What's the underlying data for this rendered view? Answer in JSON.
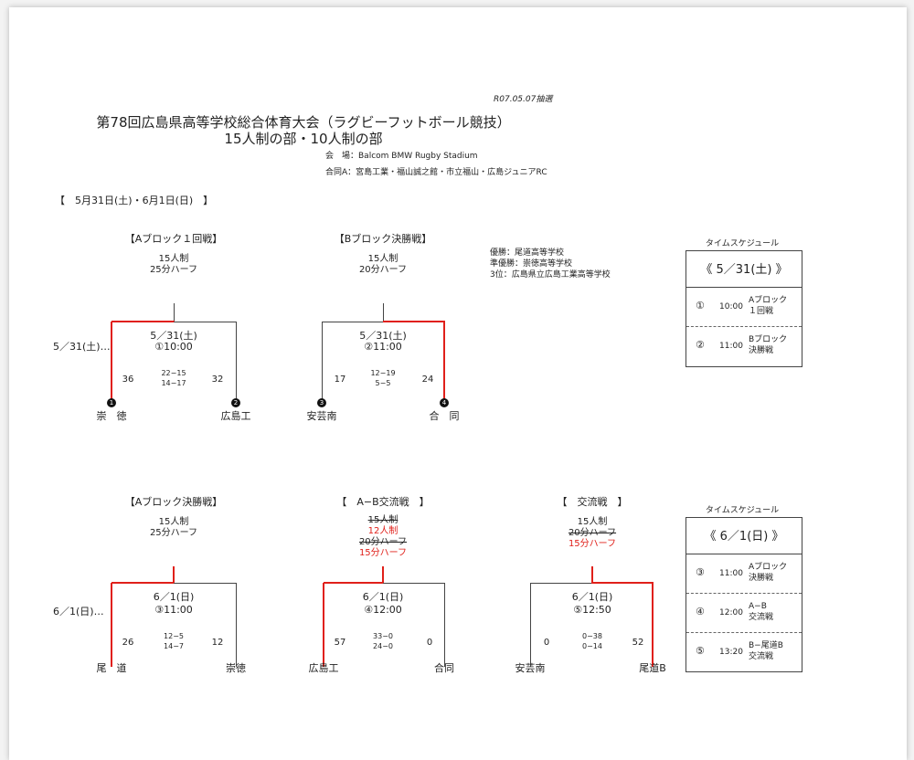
{
  "header": {
    "note": "R07.05.07抽選",
    "title1": "第78回広島県高等学校総合体育大会（ラグビーフットボール競技）",
    "title2": "15人制の部・10人制の部",
    "venue": "会　場：Balcom BMW Rugby Stadium",
    "joint": "合同A：宮島工業・福山誠之館・市立福山・広島ジュニアRC",
    "dates": "【　5月31日(土)・6月1日(日)　】"
  },
  "results": {
    "winner": "優勝：尾道高等学校",
    "runner_up": "準優勝：崇徳高等学校",
    "third": "3位：広島県立広島工業高等学校"
  },
  "day1_label": "5／31(土)…",
  "day2_label": "6／1(日)…",
  "matches": {
    "a1": {
      "title": "【Aブロック１回戦】",
      "format1": "15人制",
      "format2": "25分ハーフ",
      "date": "5／31(土)",
      "time": "①10:00",
      "score_l": "36",
      "score_r": "32",
      "half1": "22−15",
      "half2": "14−17",
      "team_l": "崇　徳",
      "team_r": "広島工",
      "num_l": "1",
      "num_r": "2"
    },
    "bf": {
      "title": "【Bブロック決勝戦】",
      "format1": "15人制",
      "format2": "20分ハーフ",
      "date": "5／31(土)",
      "time": "②11:00",
      "score_l": "17",
      "score_r": "24",
      "half1": "12−19",
      "half2": "5−5",
      "team_l": "安芸南",
      "team_r": "合　同",
      "num_l": "3",
      "num_r": "4"
    },
    "af": {
      "title": "【Aブロック決勝戦】",
      "format1": "15人制",
      "format2": "25分ハーフ",
      "date": "6／1(日)",
      "time": "③11:00",
      "score_l": "26",
      "score_r": "12",
      "half1": "12−5",
      "half2": "14−7",
      "team_l": "尾　道",
      "team_r": "崇徳"
    },
    "ab": {
      "title": "【　A−B交流戦　】",
      "format1_old": "15人制",
      "format1_new": "12人制",
      "format2_old": "20分ハーフ",
      "format2_new": "15分ハーフ",
      "date": "6／1(日)",
      "time": "④12:00",
      "score_l": "57",
      "score_r": "0",
      "half1": "33−0",
      "half2": "24−0",
      "team_l": "広島工",
      "team_r": "合同"
    },
    "ex": {
      "title": "【　交流戦　】",
      "format1": "15人制",
      "format2_old": "20分ハーフ",
      "format2_new": "15分ハーフ",
      "date": "6／1(日)",
      "time": "⑤12:50",
      "score_l": "0",
      "score_r": "52",
      "half1": "0−38",
      "half2": "0−14",
      "team_l": "安芸南",
      "team_r": "尾道B"
    }
  },
  "schedule1": {
    "caption": "タイムスケジュール",
    "date": "《 5／31(土) 》",
    "rows": [
      {
        "num": "①",
        "time": "10:00",
        "desc1": "Aブロック",
        "desc2": "１回戦"
      },
      {
        "num": "②",
        "time": "11:00",
        "desc1": "Bブロック",
        "desc2": "決勝戦"
      }
    ]
  },
  "schedule2": {
    "caption": "タイムスケジュール",
    "date": "《 6／1(日) 》",
    "rows": [
      {
        "num": "③",
        "time": "11:00",
        "desc1": "Aブロック",
        "desc2": "決勝戦"
      },
      {
        "num": "④",
        "time": "12:00",
        "desc1": "A−B",
        "desc2": "交流戦"
      },
      {
        "num": "⑤",
        "time": "13:20",
        "desc1": "B−尾道B",
        "desc2": "交流戦"
      }
    ]
  }
}
